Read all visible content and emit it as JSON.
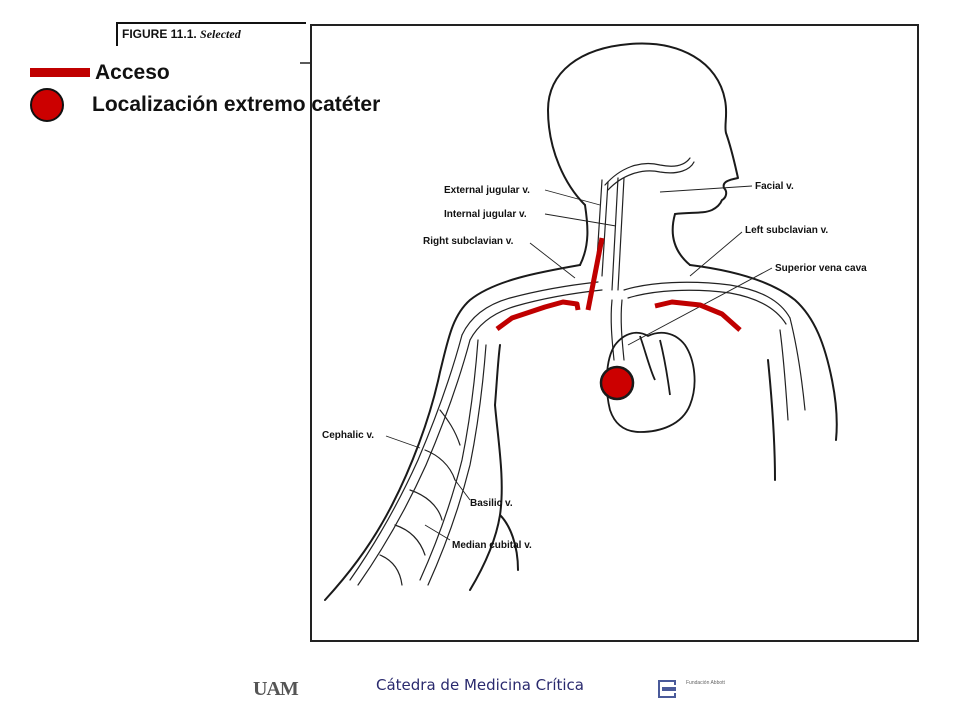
{
  "figure": {
    "caption_prefix": "FIGURE 11.1.",
    "caption_suffix": "Selected"
  },
  "legend": {
    "access_label": "Acceso",
    "tip_label": "Localización extremo catéter",
    "access_color": "#c00000",
    "tip_color": "#cc0000"
  },
  "vein_labels": {
    "external_jugular": "External jugular v.",
    "internal_jugular": "Internal jugular v.",
    "right_subclavian": "Right subclavian v.",
    "facial": "Facial v.",
    "left_subclavian": "Left subclavian v.",
    "superior_vena_cava": "Superior vena cava",
    "cephalic": "Cephalic v.",
    "basilic": "Basilic v.",
    "median_cubital": "Median cubital v."
  },
  "footer": {
    "title": "Cátedra de Medicina Crítica",
    "uam_logo": "UAM",
    "abbott_logo": "Fundación Abbott"
  }
}
